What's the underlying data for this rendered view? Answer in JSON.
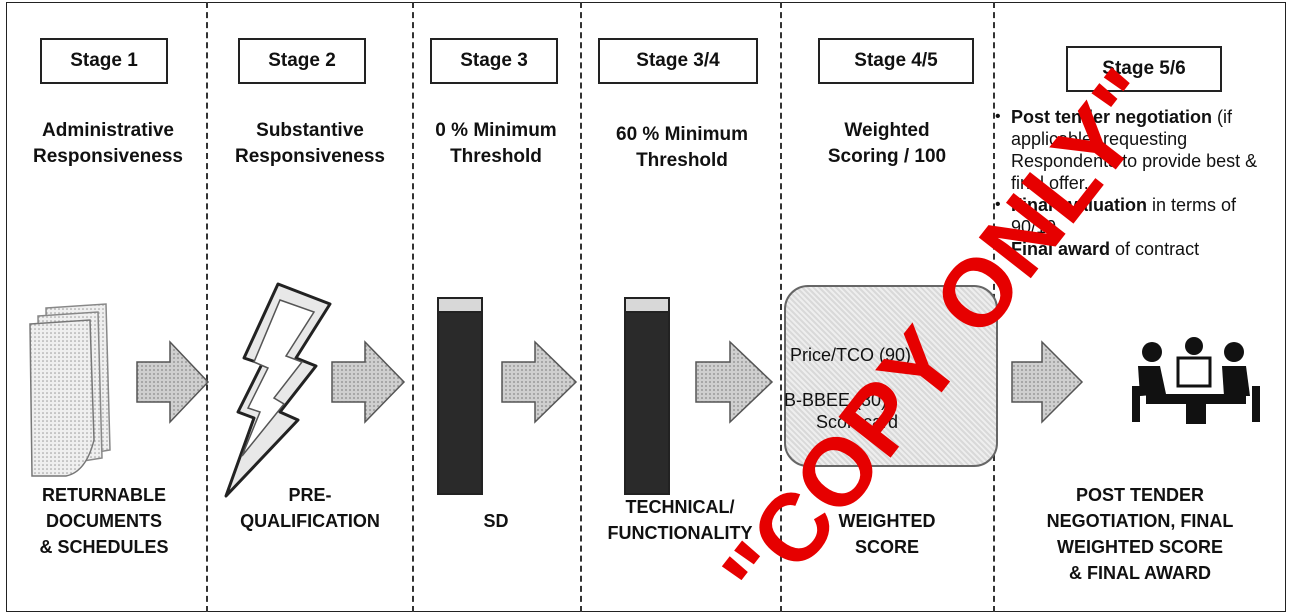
{
  "stages": [
    {
      "label": "Stage 1",
      "heading": "Administrative\nResponsiveness",
      "bottom": "RETURNABLE\nDOCUMENTS\n& SCHEDULES"
    },
    {
      "label": "Stage 2",
      "heading": "Substantive\nResponsiveness",
      "bottom": "PRE-\nQUALIFICATION"
    },
    {
      "label": "Stage 3",
      "heading": "0 % Minimum\nThreshold",
      "bottom": "SD"
    },
    {
      "label": "Stage 3/4",
      "heading": "60 % Minimum\nThreshold",
      "bottom": "TECHNICAL/\nFUNCTIONALITY"
    },
    {
      "label": "Stage 4/5",
      "heading": "Weighted\nScoring / 100",
      "bottom": "WEIGHTED\nSCORE"
    },
    {
      "label": "Stage 5/6",
      "heading": "",
      "bottom": "POST TENDER\nNEGOTIATION, FINAL\nWEIGHTED   SCORE\n& FINAL AWARD"
    }
  ],
  "stage6_bullets": [
    {
      "bold": "Post tender negotiation",
      "rest": " (if applicable) requesting Respondents to provide best & final offer."
    },
    {
      "bold": "Final evaluation",
      "rest": " in terms of 90/10."
    },
    {
      "bold": "Final award",
      "rest": " of contract"
    }
  ],
  "weighted_box": {
    "line1": "Price/TCO (90)",
    "line2": "B-BBEE (80)",
    "line3": "Scorecard"
  },
  "watermark": {
    "text": "\"COPY ONLY\"",
    "color": "#e60000"
  },
  "icons": [
    "documents-stack-icon",
    "lightning-bolt-icon",
    "threshold-bar-icon",
    "threshold-bar-icon",
    "meeting-table-icon",
    "right-arrow-icon"
  ]
}
